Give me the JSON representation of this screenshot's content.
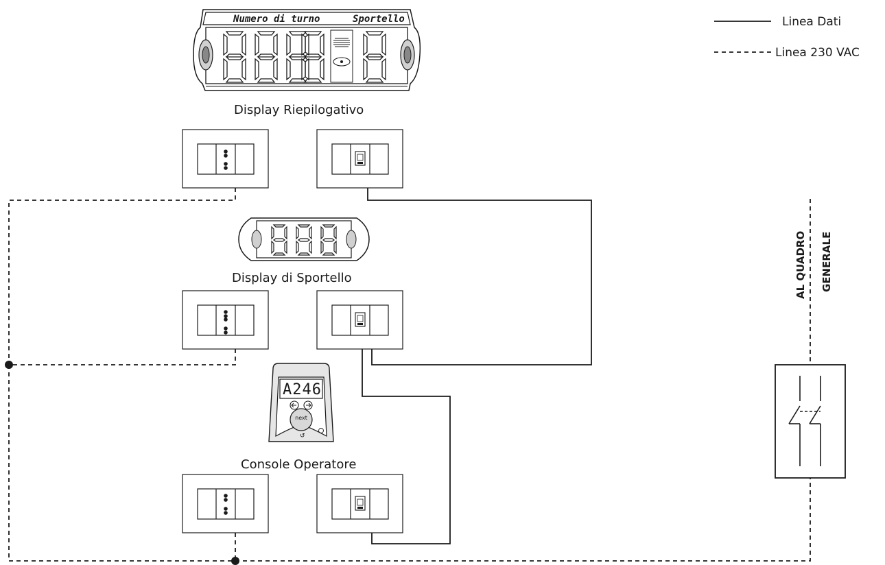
{
  "legend": {
    "data_line": "Linea Dati",
    "power_line": "Linea 230 VAC"
  },
  "summary_display": {
    "header_left": "Numero di turno",
    "header_right": "Sportello",
    "caption": "Display Riepilogativo"
  },
  "counter_display": {
    "caption": "Display di Sportello"
  },
  "console": {
    "screen_text": "A246",
    "next_label": "next",
    "caption": "Console Operatore"
  },
  "main_panel": {
    "label_line1": "AL QUADRO",
    "label_line2": "GENERALE"
  },
  "colors": {
    "stroke": "#1a1a1a",
    "background": "#ffffff",
    "device_fill": "#e6e6e6"
  }
}
